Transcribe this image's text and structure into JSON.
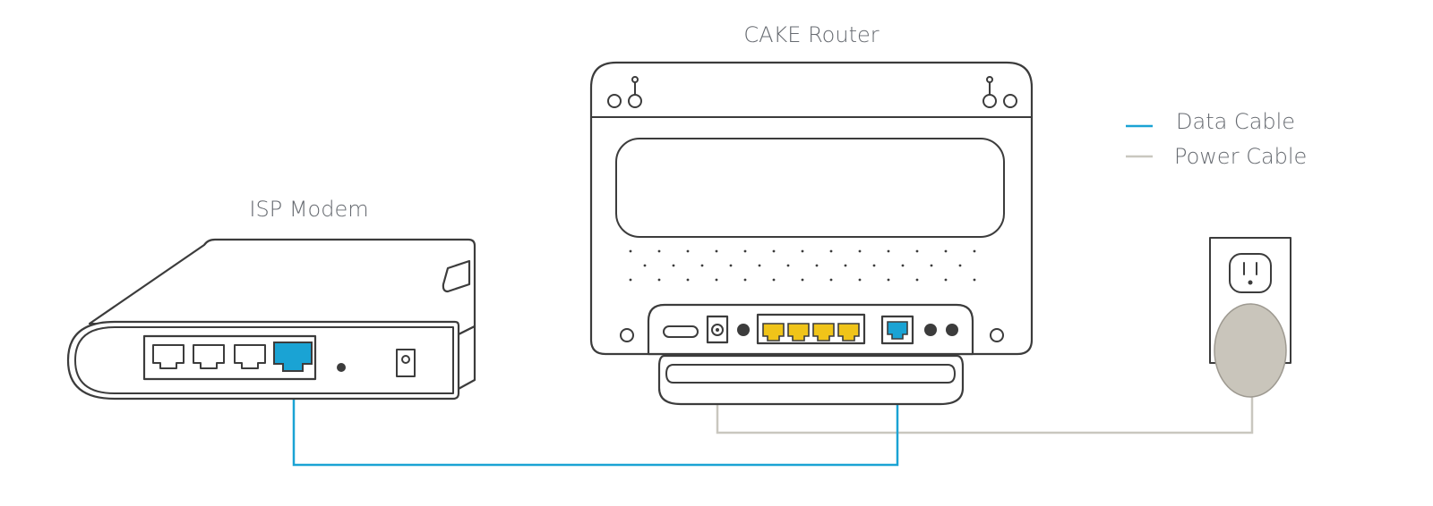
{
  "labels": {
    "router_title": "CAKE Router",
    "modem_title": "ISP Modem"
  },
  "legend": [
    {
      "label": "Data Cable",
      "color": "#1aa3d4"
    },
    {
      "label": "Power Cable",
      "color": "#c9c7bf"
    }
  ],
  "colors": {
    "data_cable": "#1aa3d4",
    "power_cable": "#c9c7bf",
    "lan_port": "#f0c419",
    "wan_port": "#1aa3d4",
    "plug": "#c9c5bb",
    "outline": "#3c3c3c"
  },
  "router": {
    "lan_port_count": 4,
    "wan_port_count": 1
  },
  "modem": {
    "ethernet_port_count": 4
  }
}
